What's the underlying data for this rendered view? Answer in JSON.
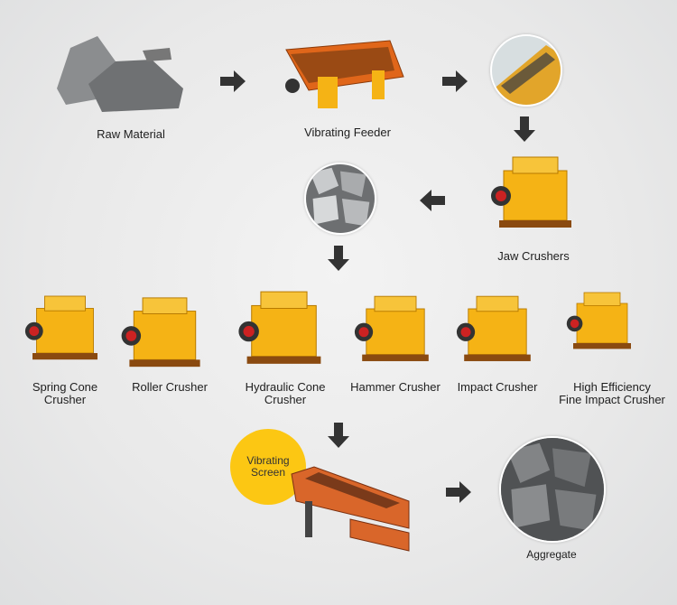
{
  "steps": {
    "raw_material": "Raw Material",
    "vibrating_feeder": "Vibrating Feeder",
    "jaw_crushers": "Jaw Crushers",
    "vibrating_screen_line1": "Vibrating",
    "vibrating_screen_line2": "Screen",
    "aggregate": "Aggregate"
  },
  "crushers": [
    {
      "line1": "Spring Cone",
      "line2": "Crusher"
    },
    {
      "line1": "Roller Crusher",
      "line2": ""
    },
    {
      "line1": "Hydraulic Cone",
      "line2": "Crusher"
    },
    {
      "line1": "Hammer Crusher",
      "line2": ""
    },
    {
      "line1": "Impact Crusher",
      "line2": ""
    },
    {
      "line1": "High Efficiency",
      "line2": "Fine Impact Crusher"
    }
  ],
  "colors": {
    "arrow": "#333333",
    "machine": "#f5b315",
    "badge": "#fcc713",
    "rock": "#8a8c8e"
  }
}
